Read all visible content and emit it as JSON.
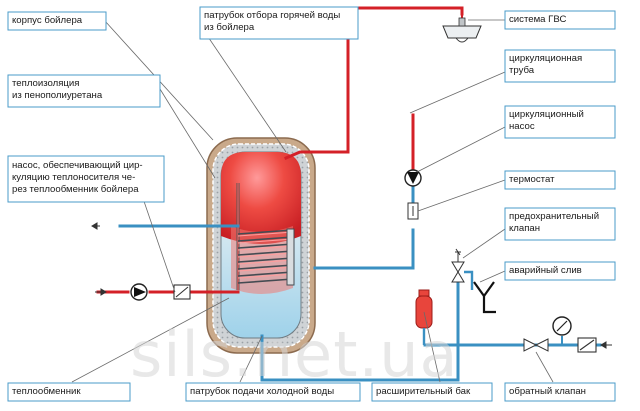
{
  "labels": {
    "boiler_body": "корпус бойлера",
    "hot_outlet": [
      "патрубок отбора горячей воды",
      "из бойлера"
    ],
    "dhw_system": "система ГВС",
    "insulation": [
      "теплоизоляция",
      "из пенополиуретана"
    ],
    "circ_pipe": [
      "циркуляционная",
      "труба"
    ],
    "circ_pump": [
      "циркуляционный",
      "насос"
    ],
    "pump_desc": [
      "насос, обеспечивающий цир-",
      "куляцию теплоносителя че-",
      "рез теплообменник бойлера"
    ],
    "thermostat": "термостат",
    "safety_valve": [
      "предохранительный",
      "клапан"
    ],
    "emergency_drain": "аварийный слив",
    "heat_exchanger": "теплообменник",
    "cold_inlet": "патрубок подачи холодной воды",
    "expansion_tank": "расширительный бак",
    "check_valve": "обратный клапан"
  },
  "watermark": "sils.net.ua",
  "colors": {
    "hot_pipe": "#d42027",
    "cold_pipe": "#3a90c2",
    "label_border": "#4a9bc9",
    "leader": "#6a6a6a",
    "boiler_shell": "#c7a88a",
    "tank": "#e8453c",
    "water": "#bfe3f2"
  }
}
